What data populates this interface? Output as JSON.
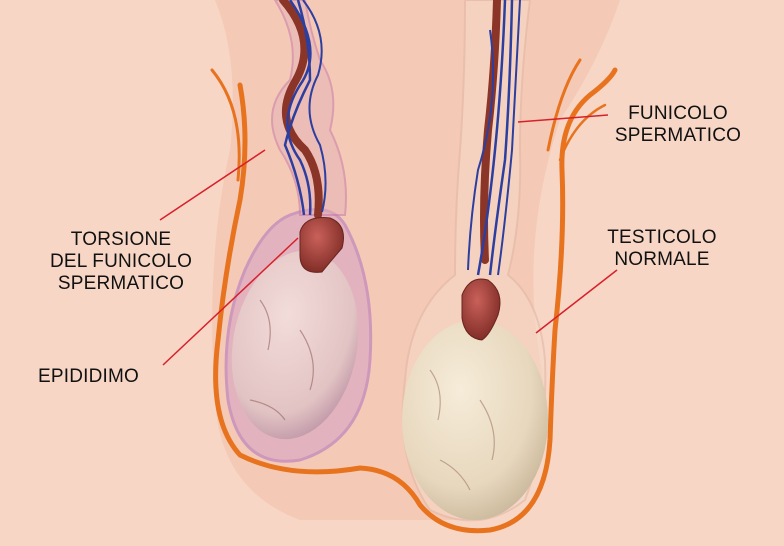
{
  "labels": {
    "torsion": "TORSIONE\nDEL FUNICOLO\nSPERMATICO",
    "epididymis": "EPIDIDIMO",
    "cord": "FUNICOLO\nSPERMATICO",
    "normal_testis": "TESTICOLO\nNORMALE"
  },
  "colors": {
    "background": "#f7d6c6",
    "scrotum_outline": "#e8731f",
    "leader_line": "#d8202b",
    "vein": "#2c3fa0",
    "artery": "#8a3527",
    "testis_normal": "#e9dcc6",
    "testis_torsion": "#e6c8c6",
    "torsion_glow": "#c98bd0"
  }
}
